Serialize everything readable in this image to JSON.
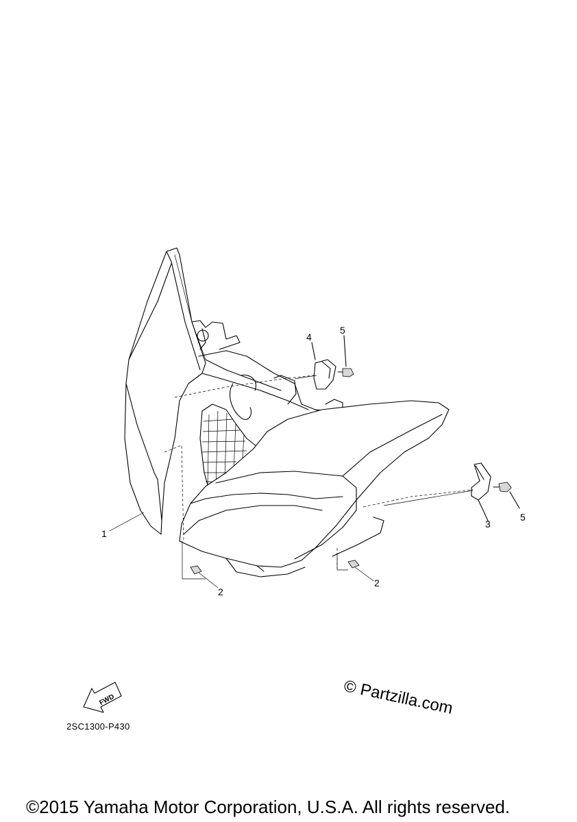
{
  "callouts": {
    "c1": "1",
    "c2a": "2",
    "c2b": "2",
    "c3": "3",
    "c4": "4",
    "c5a": "5",
    "c5b": "5"
  },
  "fwd_label": "FWD",
  "part_code": "2SC1300-P430",
  "watermark": "© Partzilla.com",
  "copyright": "©2015 Yamaha Motor Corporation, U.S.A. All rights reserved."
}
